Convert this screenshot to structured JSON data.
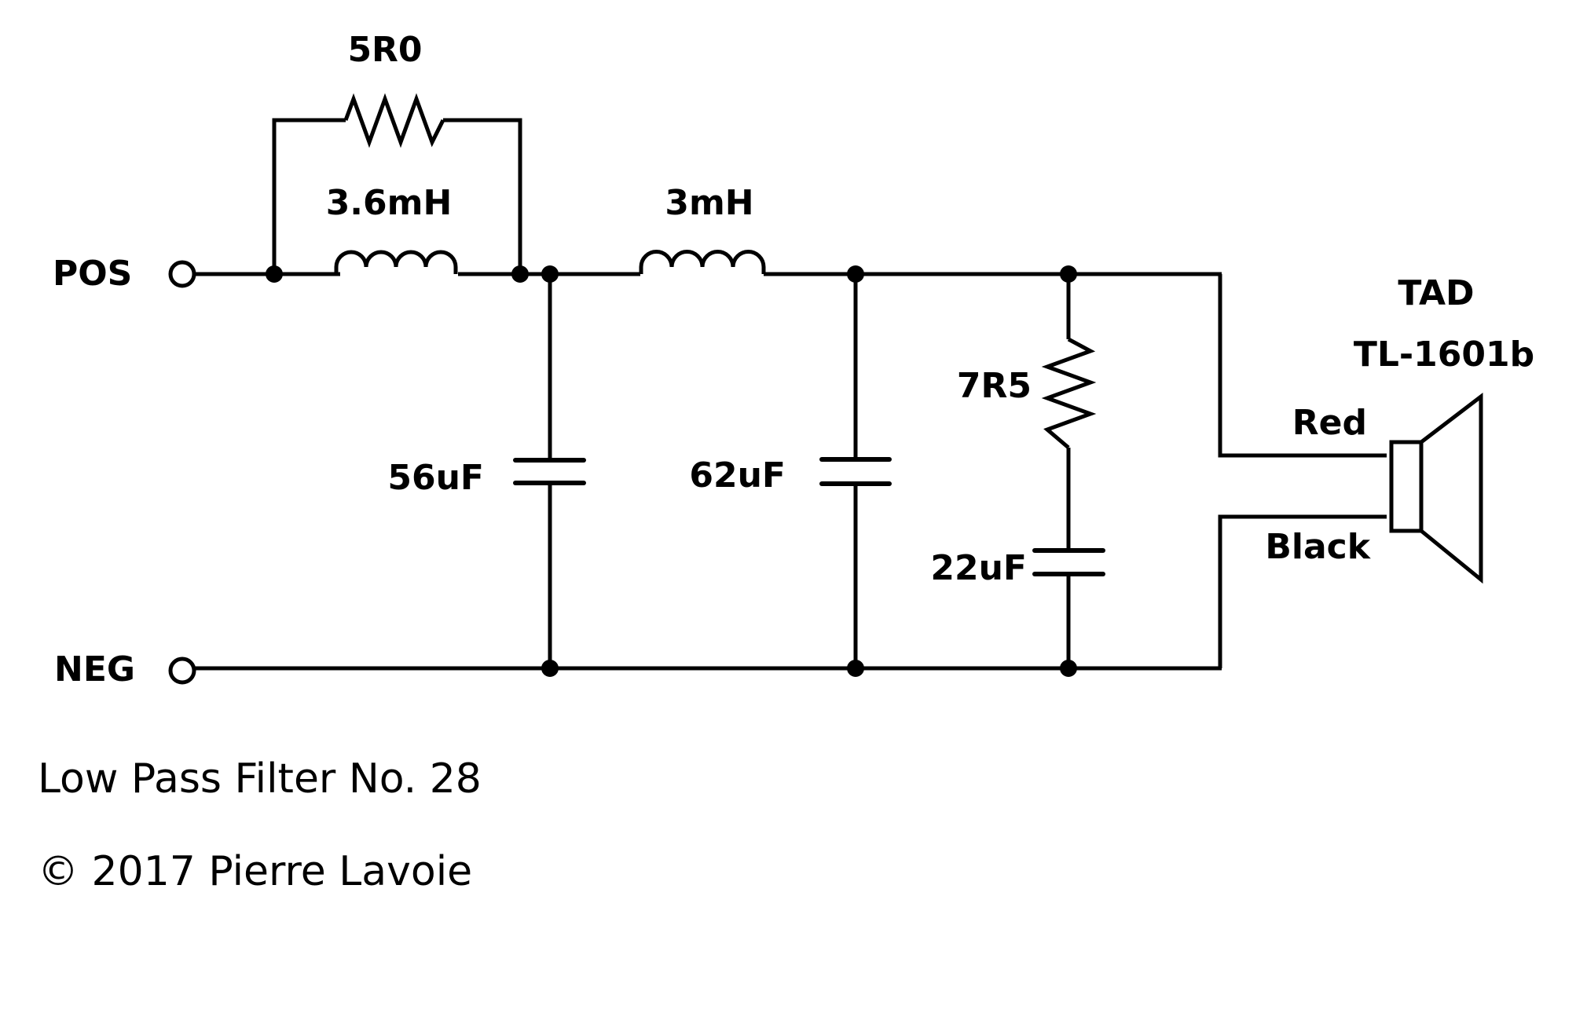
{
  "terminals": {
    "positive": "POS",
    "negative": "NEG"
  },
  "components": {
    "r_parallel": "5R0",
    "l_series_1": "3.6mH",
    "l_series_2": "3mH",
    "c_shunt_1": "56uF",
    "c_shunt_2": "62uF",
    "r_zobel": "7R5",
    "c_zobel": "22uF"
  },
  "driver": {
    "brand": "TAD",
    "model": "TL-1601b",
    "wire_positive": "Red",
    "wire_negative": "Black"
  },
  "footer": {
    "title": "Low Pass Filter No. 28",
    "copyright": "©  2017 Pierre Lavoie"
  }
}
